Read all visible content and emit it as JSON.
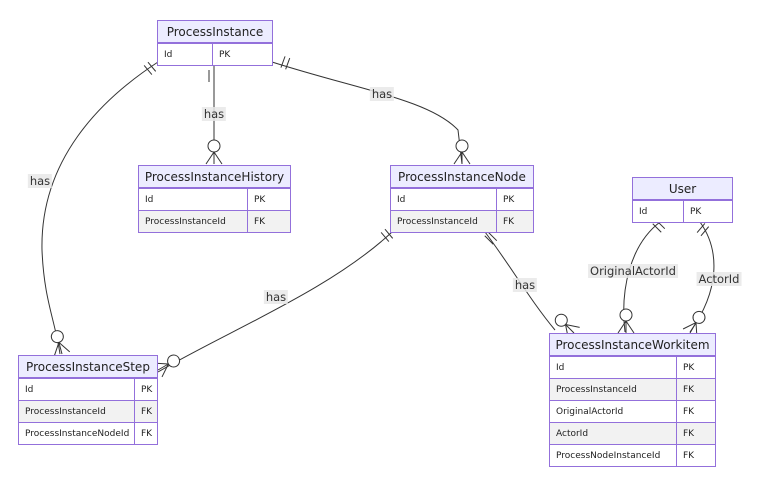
{
  "entities": {
    "process_instance": {
      "name": "ProcessInstance",
      "attributes": [
        {
          "name": "Id",
          "key": "PK"
        }
      ]
    },
    "process_instance_history": {
      "name": "ProcessInstanceHistory",
      "attributes": [
        {
          "name": "Id",
          "key": "PK"
        },
        {
          "name": "ProcessInstanceId",
          "key": "FK"
        }
      ]
    },
    "process_instance_node": {
      "name": "ProcessInstanceNode",
      "attributes": [
        {
          "name": "Id",
          "key": "PK"
        },
        {
          "name": "ProcessInstanceId",
          "key": "FK"
        }
      ]
    },
    "user": {
      "name": "User",
      "attributes": [
        {
          "name": "Id",
          "key": "PK"
        }
      ]
    },
    "process_instance_step": {
      "name": "ProcessInstanceStep",
      "attributes": [
        {
          "name": "Id",
          "key": "PK"
        },
        {
          "name": "ProcessInstanceId",
          "key": "FK"
        },
        {
          "name": "ProcessInstanceNodeId",
          "key": "FK"
        }
      ]
    },
    "process_instance_workitem": {
      "name": "ProcessInstanceWorkitem",
      "attributes": [
        {
          "name": "Id",
          "key": "PK"
        },
        {
          "name": "ProcessInstanceId",
          "key": "FK"
        },
        {
          "name": "OriginalActorId",
          "key": "FK"
        },
        {
          "name": "ActorId",
          "key": "FK"
        },
        {
          "name": "ProcessNodeInstanceId",
          "key": "FK"
        }
      ]
    }
  },
  "relationships": [
    {
      "from": "process_instance",
      "to": "process_instance_step",
      "label": "has",
      "from_card": "one",
      "to_card": "zero-or-many"
    },
    {
      "from": "process_instance",
      "to": "process_instance_history",
      "label": "has",
      "from_card": "one",
      "to_card": "zero-or-many"
    },
    {
      "from": "process_instance",
      "to": "process_instance_node",
      "label": "has",
      "from_card": "one",
      "to_card": "zero-or-many"
    },
    {
      "from": "process_instance_node",
      "to": "process_instance_step",
      "label": "has",
      "from_card": "one",
      "to_card": "zero-or-many"
    },
    {
      "from": "process_instance_node",
      "to": "process_instance_workitem",
      "label": "has",
      "from_card": "one",
      "to_card": "zero-or-many"
    },
    {
      "from": "user",
      "to": "process_instance_workitem",
      "label": "OriginalActorId",
      "from_card": "one",
      "to_card": "zero-or-many"
    },
    {
      "from": "user",
      "to": "process_instance_workitem",
      "label": "ActorId",
      "from_card": "one",
      "to_card": "zero-or-many"
    }
  ],
  "colors": {
    "entity_border": "#9370DB",
    "entity_header": "#ECECFF",
    "row_alt": "#f2f2f2",
    "line": "#333333",
    "label_bg": "#e8e8e8"
  }
}
